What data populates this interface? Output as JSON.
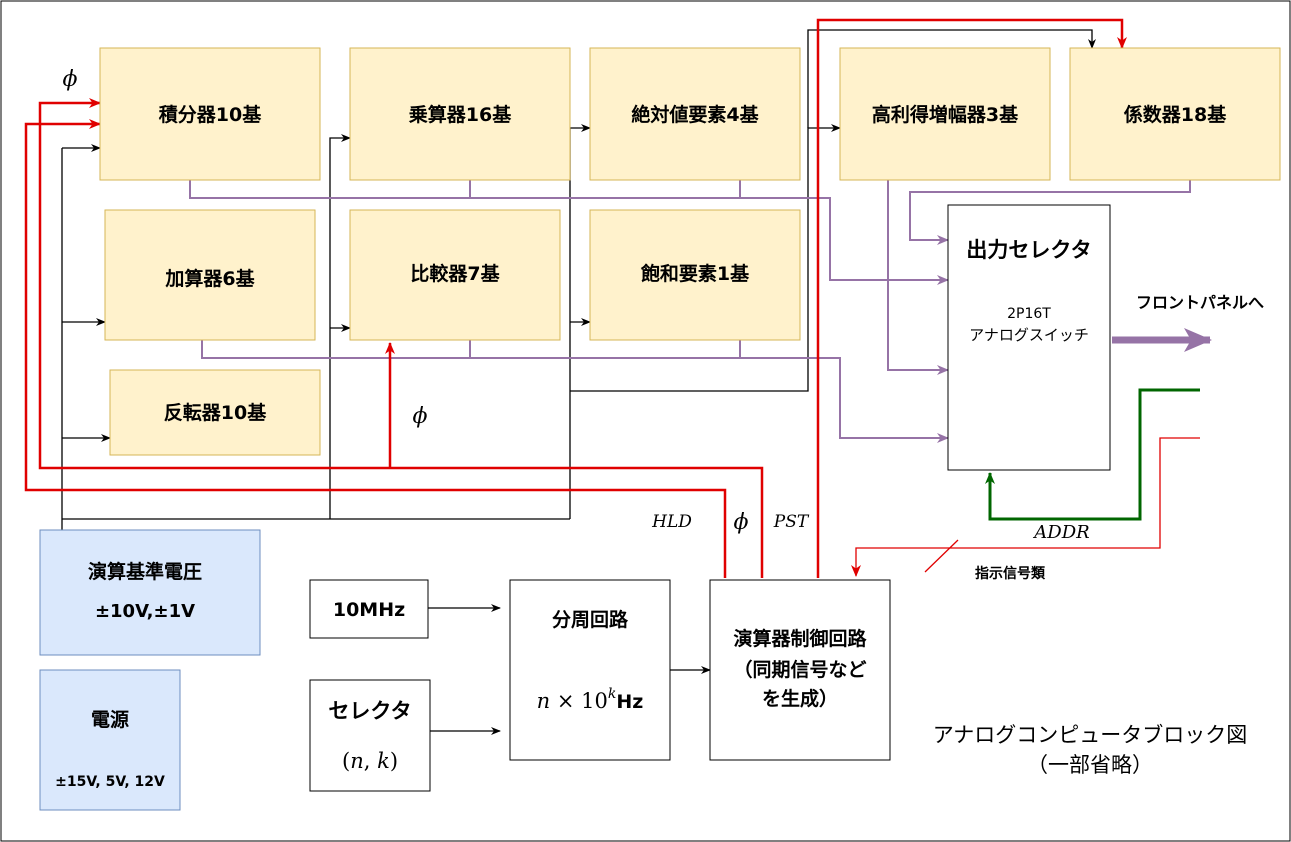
{
  "colors": {
    "block_fill": "#fff2cc",
    "block_stroke": "#d6b656",
    "power_fill": "#dae8fc",
    "power_stroke": "#6c8ebf",
    "red": "#e00000",
    "purple": "#9673a6",
    "green": "#006600",
    "black": "#000000"
  },
  "blocks": {
    "integrator": "積分器10基",
    "multiplier": "乗算器16基",
    "absolute": "絶対値要素4基",
    "high_gain_amp": "高利得増幅器3基",
    "coefficient": "係数器18基",
    "adder": "加算器6基",
    "comparator": "比較器7基",
    "saturation": "飽和要素1基",
    "inverter": "反転器10基"
  },
  "output_selector": {
    "title": "出力セレクタ",
    "model": "2P16T",
    "desc": "アナログスイッチ"
  },
  "front_panel": "フロントパネルへ",
  "reference_voltage": {
    "title": "演算基準電圧",
    "value": "±10V,±1V"
  },
  "power_supply": {
    "title": "電源",
    "value": "±15V, 5V, 12V"
  },
  "oscillator": "10MHz",
  "selector": {
    "title": "セレクタ",
    "param_n": "n",
    "param_sep": ", ",
    "param_k": "k"
  },
  "divider": {
    "title": "分周回路",
    "n": "n",
    "times": " × 10",
    "exp": "k",
    "unit": "Hz"
  },
  "controller": {
    "line1": "演算器制御回路",
    "line2": "（同期信号など",
    "line3": "を生成）"
  },
  "signals": {
    "hld": "HLD",
    "phi": "ϕ",
    "pst": "PST",
    "addr": "ADDR",
    "instructions": "指示信号類"
  },
  "caption": {
    "line1": "アナログコンピュータブロック図",
    "line2": "（一部省略）"
  }
}
